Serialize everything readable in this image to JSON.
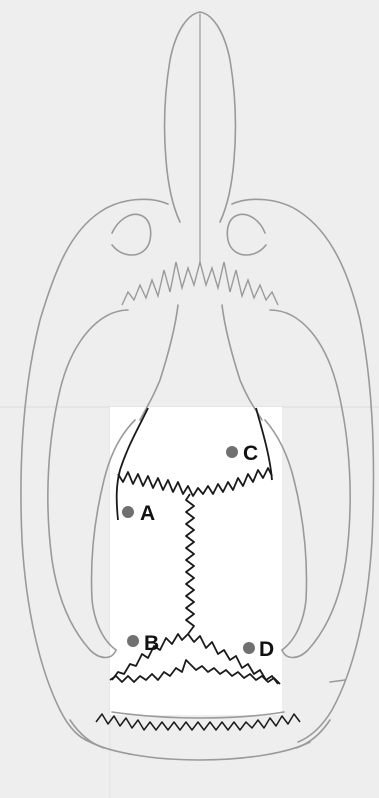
{
  "points": [
    {
      "id": "A",
      "label": "A"
    },
    {
      "id": "B",
      "label": "B"
    },
    {
      "id": "C",
      "label": "C"
    },
    {
      "id": "D",
      "label": "D"
    }
  ],
  "colors": {
    "background": "#eeeeee",
    "panel": "#ffffff",
    "outline": "#9a9a9a",
    "suture": "#1a1a1a",
    "marker": "#707070",
    "label": "#111111"
  }
}
